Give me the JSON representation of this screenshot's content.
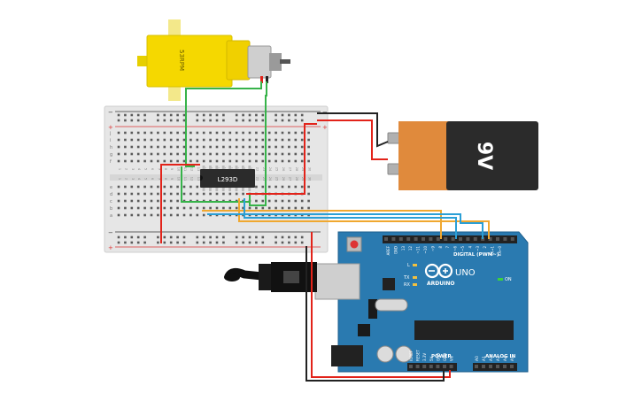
{
  "motor": {
    "label": "53RPM",
    "colors": {
      "body": "#f5d800",
      "body_dark": "#e0c400",
      "can": "#d0d0d0",
      "shaft": "#ffffff"
    }
  },
  "chip": {
    "label": "L293D"
  },
  "battery": {
    "label": "9V",
    "colors": {
      "cap": "#e08a3c",
      "body": "#2b2b2b",
      "terminal": "#b0b0b0"
    }
  },
  "arduino": {
    "brand": "ARDUINO",
    "model": "UNO",
    "header_digital": "DIGITAL (PWM~)",
    "header_power": "POWER",
    "header_analog": "ANALOG IN",
    "label_on": "ON",
    "label_l": "L",
    "label_tx": "TX",
    "label_rx": "RX",
    "label_aref": "AREF",
    "label_gnd": "GND",
    "digital_pins": [
      "13",
      "12",
      "~11",
      "~10",
      "~9",
      "8",
      "7",
      "~6",
      "~5",
      "4",
      "~3",
      "2",
      "TX→1",
      "RX←0"
    ],
    "power_pins": [
      "IOREF",
      "RESET",
      "3.3V",
      "5V",
      "GND",
      "GND",
      "Vin"
    ],
    "analog_pins": [
      "A0",
      "A1",
      "A2",
      "A3",
      "A4",
      "A5"
    ],
    "colors": {
      "board": "#2a7ab0",
      "board_dark": "#1e5f8c",
      "header": "#222222",
      "text": "#ffffff"
    }
  },
  "breadboard": {
    "row_letters_top": [
      "j",
      "i",
      "h",
      "g",
      "f"
    ],
    "row_letters_bottom": [
      "e",
      "d",
      "c",
      "b",
      "a"
    ],
    "rail_plus": "+",
    "rail_minus": "−",
    "column_numbers": [
      "1",
      "2",
      "3",
      "4",
      "5",
      "6",
      "7",
      "8",
      "9",
      "10",
      "11",
      "12",
      "13",
      "14",
      "15",
      "16",
      "17",
      "18",
      "19",
      "20",
      "21",
      "22",
      "23",
      "24",
      "25",
      "26",
      "27",
      "28",
      "29",
      "30"
    ],
    "colors": {
      "board": "#e8e8e8",
      "hole": "#555555",
      "rail_red": "#d33",
      "rail_black": "#333"
    }
  },
  "wires": {
    "colors": {
      "red": "#e2231a",
      "black": "#222222",
      "green": "#37b34a",
      "orange": "#f0a830",
      "blue": "#2a9fd6"
    }
  },
  "usb": {
    "colors": {
      "plug": "#cccccc",
      "cable": "#111111"
    }
  }
}
